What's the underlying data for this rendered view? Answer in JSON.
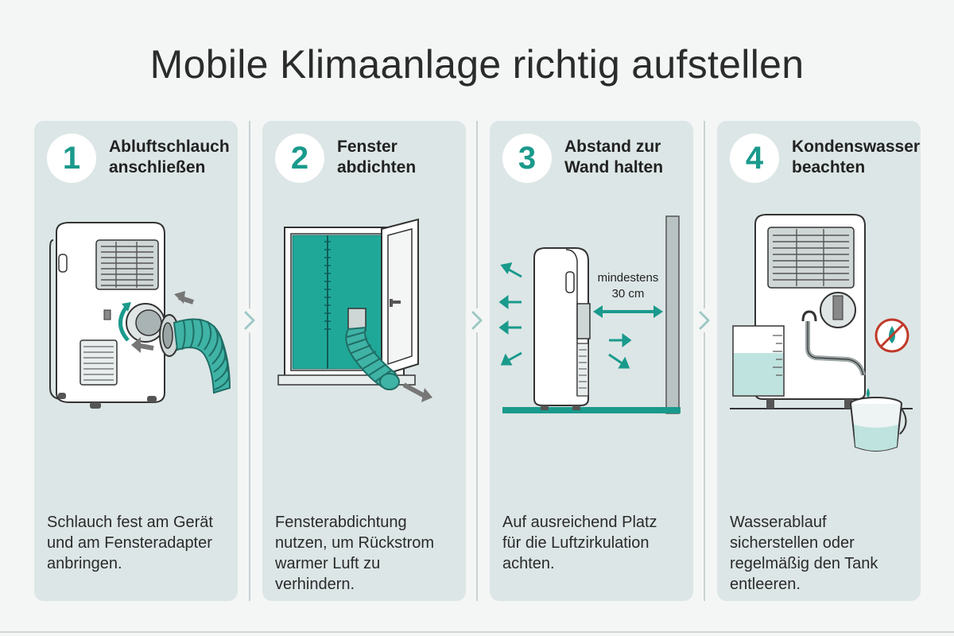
{
  "title": "Mobile Klimaanlage richtig aufstellen",
  "steps": [
    {
      "number": "1",
      "heading": [
        "Abluftschlauch",
        "anschließen"
      ],
      "caption": [
        "Schlauch fest am Gerät",
        "und am Fensteradapter",
        "anbringen."
      ],
      "icon": "portable-ac-hose-icon"
    },
    {
      "number": "2",
      "heading": [
        "Fenster",
        "abdichten"
      ],
      "caption": [
        "Fensterabdichtung",
        "nutzen, um Rückstrom",
        "warmer Luft zu",
        "verhindern."
      ],
      "icon": "window-seal-icon"
    },
    {
      "number": "3",
      "heading": [
        "Abstand zur",
        "Wand halten"
      ],
      "caption": [
        "Auf ausreichend Platz",
        "für die Luftzirkulation",
        "achten."
      ],
      "icon": "wall-distance-icon",
      "distance_label": [
        "mindestens",
        "30 cm"
      ]
    },
    {
      "number": "4",
      "heading": [
        "Kondenswasser",
        "beachten"
      ],
      "caption": [
        "Wasserablauf",
        "sicherstellen oder",
        "regelmäßig den Tank",
        "entleeren."
      ],
      "icon": "condensate-drain-icon"
    }
  ],
  "colors": {
    "accent": "#1a9a8c",
    "card_bg": "#dde6e6",
    "page_bg": "#f4f6f6",
    "text": "#2a2a2a"
  }
}
